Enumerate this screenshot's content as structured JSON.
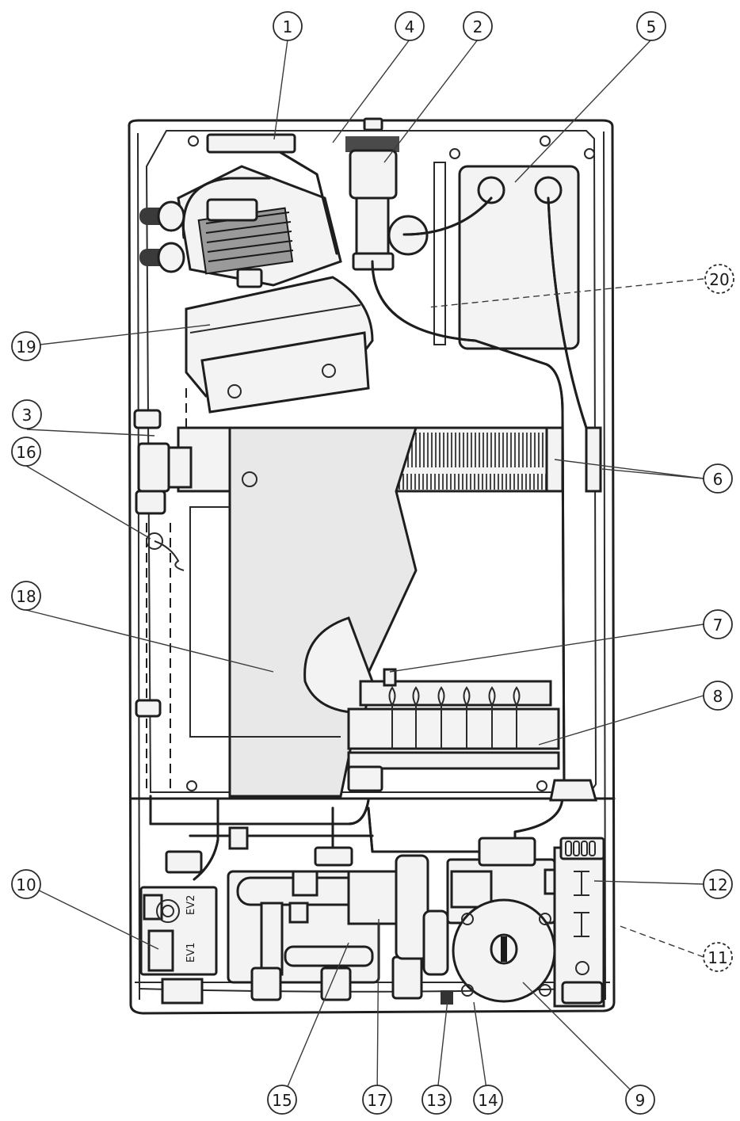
{
  "callouts": [
    {
      "id": "1",
      "label": "1",
      "dashed": false
    },
    {
      "id": "2",
      "label": "2",
      "dashed": false
    },
    {
      "id": "3",
      "label": "3",
      "dashed": false
    },
    {
      "id": "4",
      "label": "4",
      "dashed": false
    },
    {
      "id": "5",
      "label": "5",
      "dashed": false
    },
    {
      "id": "6",
      "label": "6",
      "dashed": false
    },
    {
      "id": "7",
      "label": "7",
      "dashed": false
    },
    {
      "id": "8",
      "label": "8",
      "dashed": false
    },
    {
      "id": "9",
      "label": "9",
      "dashed": false
    },
    {
      "id": "10",
      "label": "10",
      "dashed": false
    },
    {
      "id": "11",
      "label": "11",
      "dashed": true
    },
    {
      "id": "12",
      "label": "12",
      "dashed": false
    },
    {
      "id": "13",
      "label": "13",
      "dashed": false
    },
    {
      "id": "14",
      "label": "14",
      "dashed": false
    },
    {
      "id": "15",
      "label": "15",
      "dashed": false
    },
    {
      "id": "16",
      "label": "16",
      "dashed": false
    },
    {
      "id": "17",
      "label": "17",
      "dashed": false
    },
    {
      "id": "18",
      "label": "18",
      "dashed": false
    },
    {
      "id": "19",
      "label": "19",
      "dashed": false
    },
    {
      "id": "20",
      "label": "20",
      "dashed": true
    }
  ],
  "valve_labels": {
    "ev1": "EV1",
    "ev2": "EV2"
  }
}
